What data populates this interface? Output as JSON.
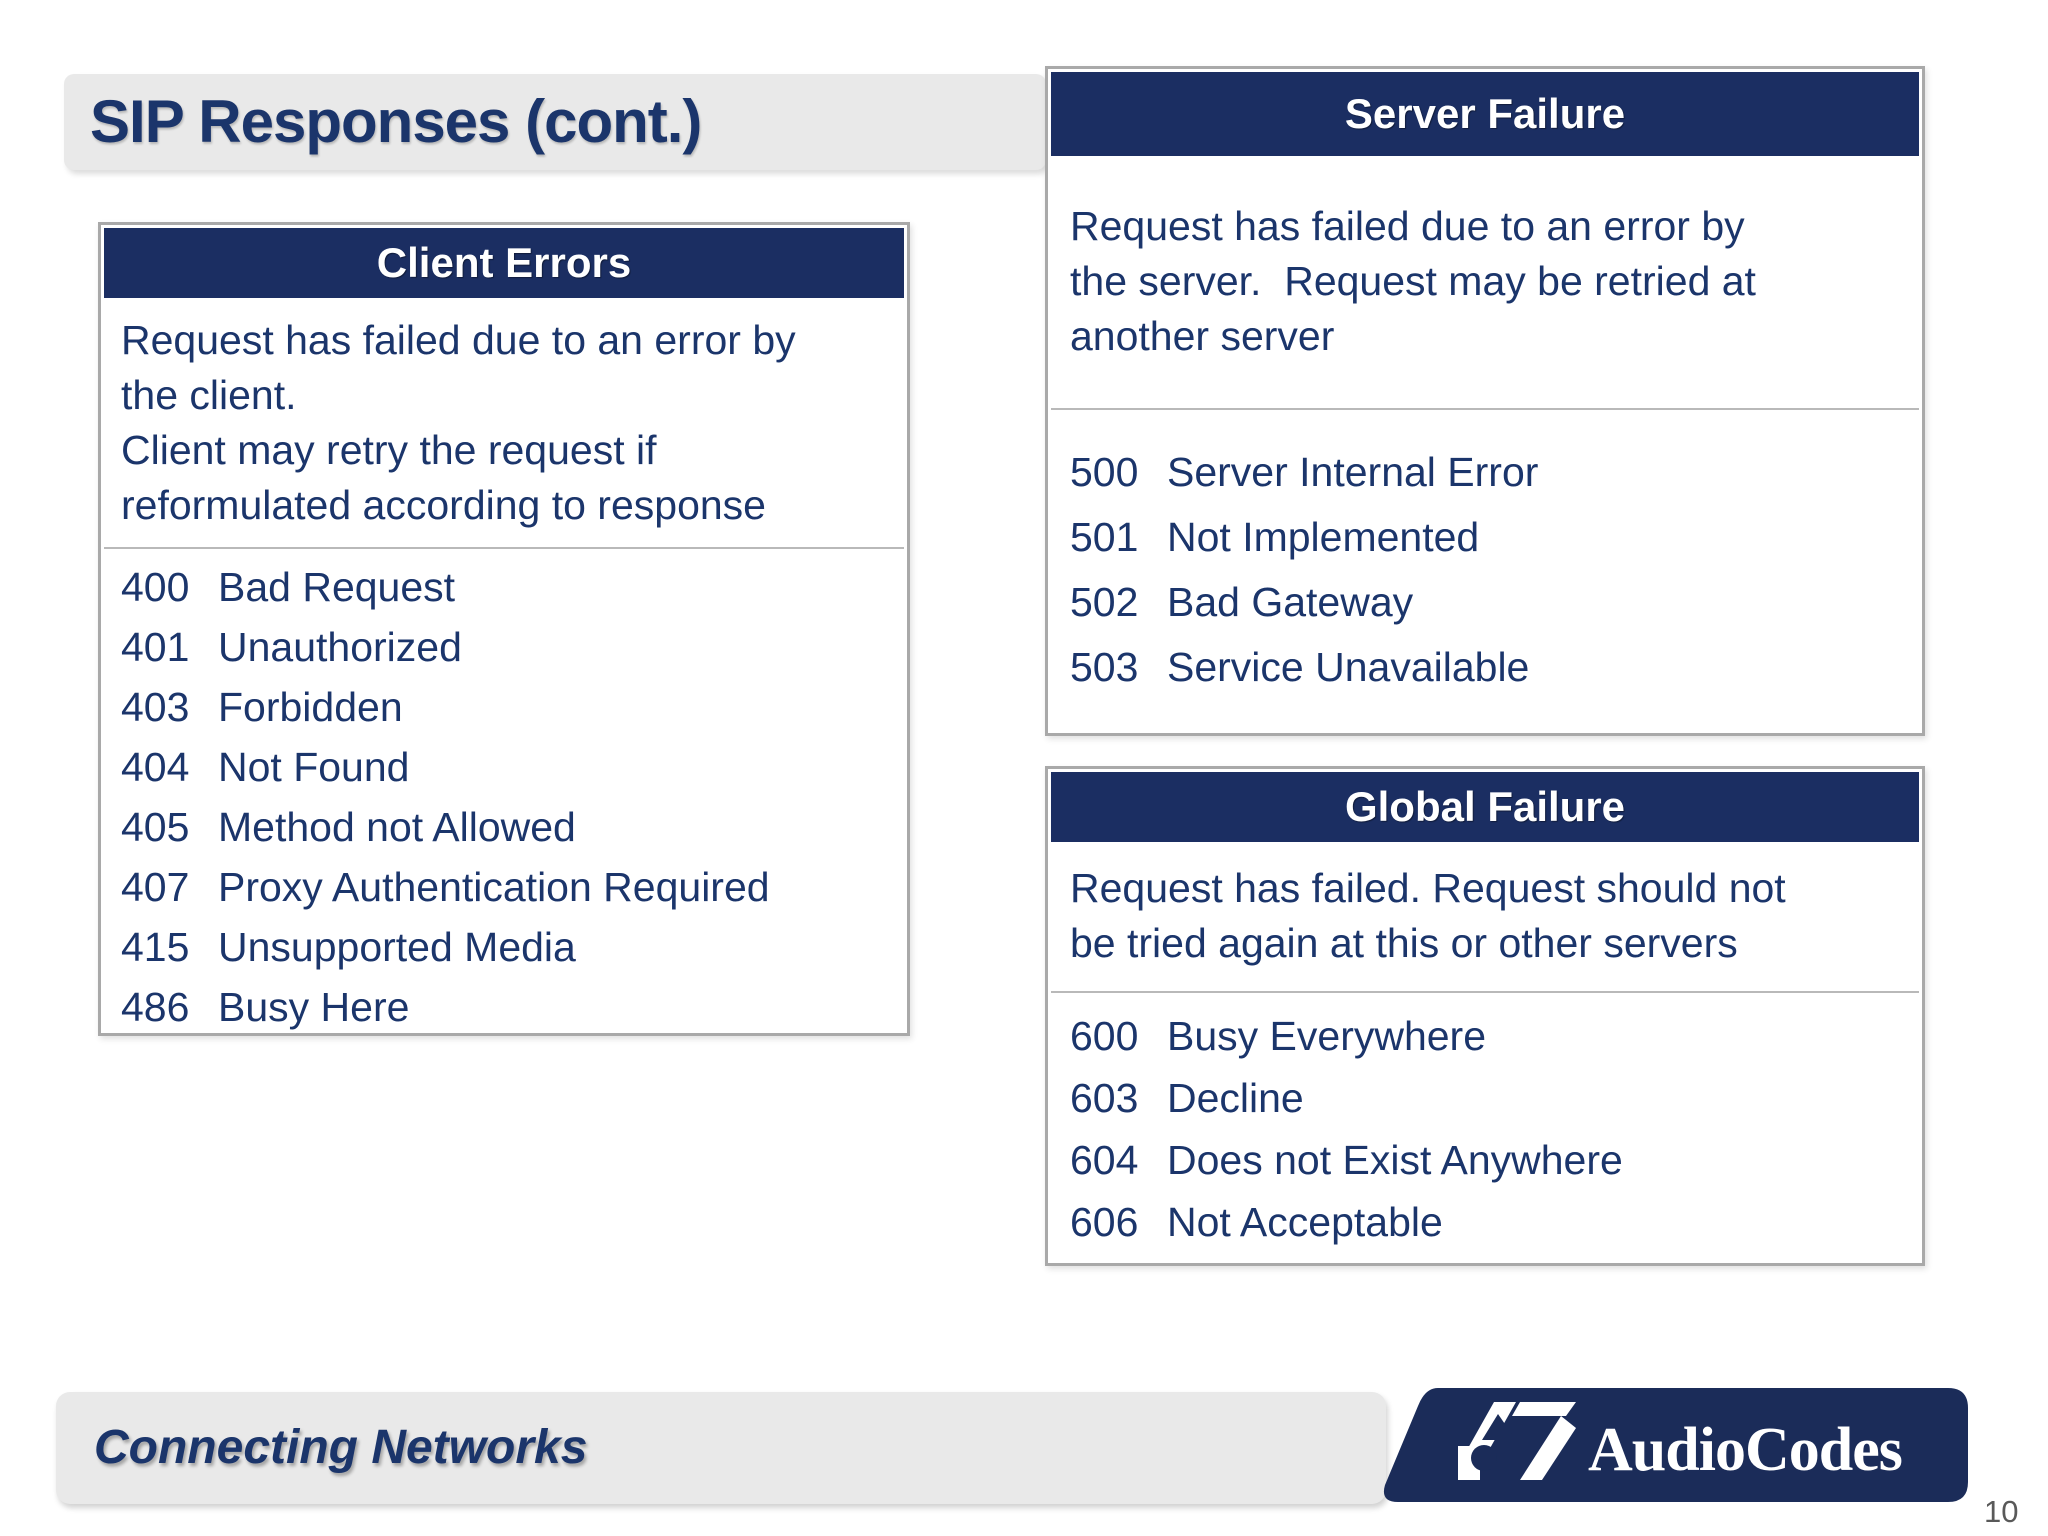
{
  "page": {
    "title": "SIP Responses (cont.)",
    "footer_tagline": "Connecting Networks",
    "logo_text": "AudioCodes",
    "page_number": "10"
  },
  "colors": {
    "navy_header": "#1b2e62",
    "body_text": "#1b356b",
    "panel_border": "#a9a9a9",
    "divider": "#b9b9b9",
    "bar_background": "#e9e9e9",
    "logo_navy": "#1b2c59",
    "page_number_gray": "#595959"
  },
  "boxes": {
    "client": {
      "title": "Client Errors",
      "desc_lines": [
        "Request has failed due to an error by",
        "the client.",
        "Client may retry the request if",
        "reformulated according to response"
      ],
      "codes": [
        {
          "code": "400",
          "label": "Bad Request"
        },
        {
          "code": "401",
          "label": "Unauthorized"
        },
        {
          "code": "403",
          "label": "Forbidden"
        },
        {
          "code": "404",
          "label": "Not Found"
        },
        {
          "code": "405",
          "label": "Method not Allowed"
        },
        {
          "code": "407",
          "label": "Proxy Authentication Required"
        },
        {
          "code": "415",
          "label": "Unsupported Media"
        },
        {
          "code": "486",
          "label": "Busy Here"
        }
      ]
    },
    "server": {
      "title": "Server Failure",
      "desc_lines": [
        "Request has failed due to an error by",
        "the server.  Request may be retried at",
        "another server"
      ],
      "codes": [
        {
          "code": "500",
          "label": "Server Internal Error"
        },
        {
          "code": "501",
          "label": "Not Implemented"
        },
        {
          "code": "502",
          "label": "Bad Gateway"
        },
        {
          "code": "503",
          "label": "Service Unavailable"
        }
      ]
    },
    "global": {
      "title": "Global Failure",
      "desc_lines": [
        "Request has failed. Request should not",
        "be tried again at this or other servers"
      ],
      "codes": [
        {
          "code": "600",
          "label": "Busy Everywhere"
        },
        {
          "code": "603",
          "label": "Decline"
        },
        {
          "code": "604",
          "label": "Does not Exist Anywhere"
        },
        {
          "code": "606",
          "label": "Not Acceptable"
        }
      ]
    }
  }
}
